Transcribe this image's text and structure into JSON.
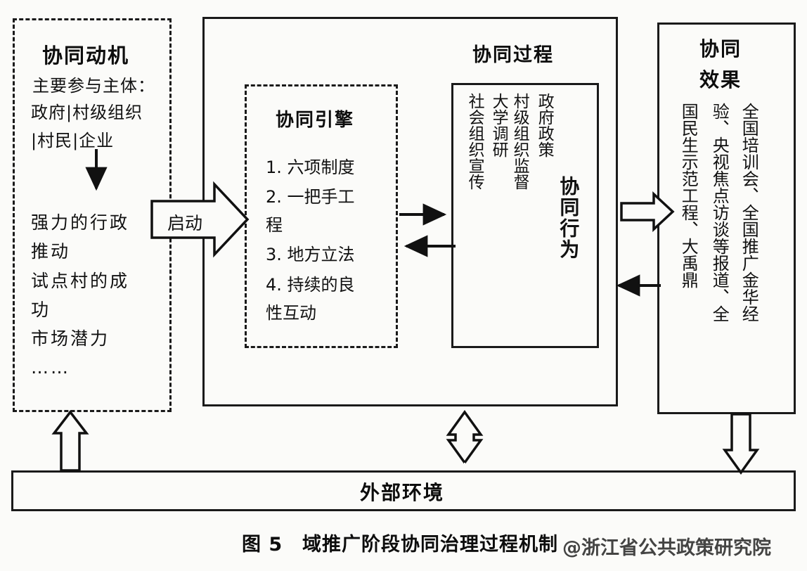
{
  "figure": {
    "caption_number": "图 5",
    "caption_text": "域推广阶段协同治理过程机制",
    "watermark": "@浙江省公共政策研究院"
  },
  "motivation_panel": {
    "title": "协同动机",
    "participants_label": "主要参与主体：",
    "participants_line1": "政府|村级组织",
    "participants_line2": "|村民|企业",
    "factors": "强力的行政\n推动\n试点村的成\n功\n市场潜力\n……"
  },
  "process_panel": {
    "title": "协同过程",
    "engine": {
      "title": "协同引擎",
      "items": [
        "1. 六项制度",
        "2. 一把手工",
        "程",
        "3. 地方立法",
        "4. 持续的良",
        "性互动"
      ]
    },
    "behavior": {
      "title": "协同行为",
      "columns": [
        "政府政策",
        "村级组织监督",
        "大学调研",
        "社会组织宣传"
      ]
    }
  },
  "effect_panel": {
    "title_line1": "协同",
    "title_line2": "效果",
    "columns": [
      "全国培训会、全国推广金华经",
      "验、央视焦点访谈等报道、全",
      "国民生示范工程、大禹鼎"
    ]
  },
  "environment_bar": {
    "label": "外部环境"
  },
  "connectors": {
    "start_label": "启动"
  },
  "colors": {
    "stroke": "#1a1a1a",
    "background": "#fbfbf9",
    "text": "#111111"
  }
}
